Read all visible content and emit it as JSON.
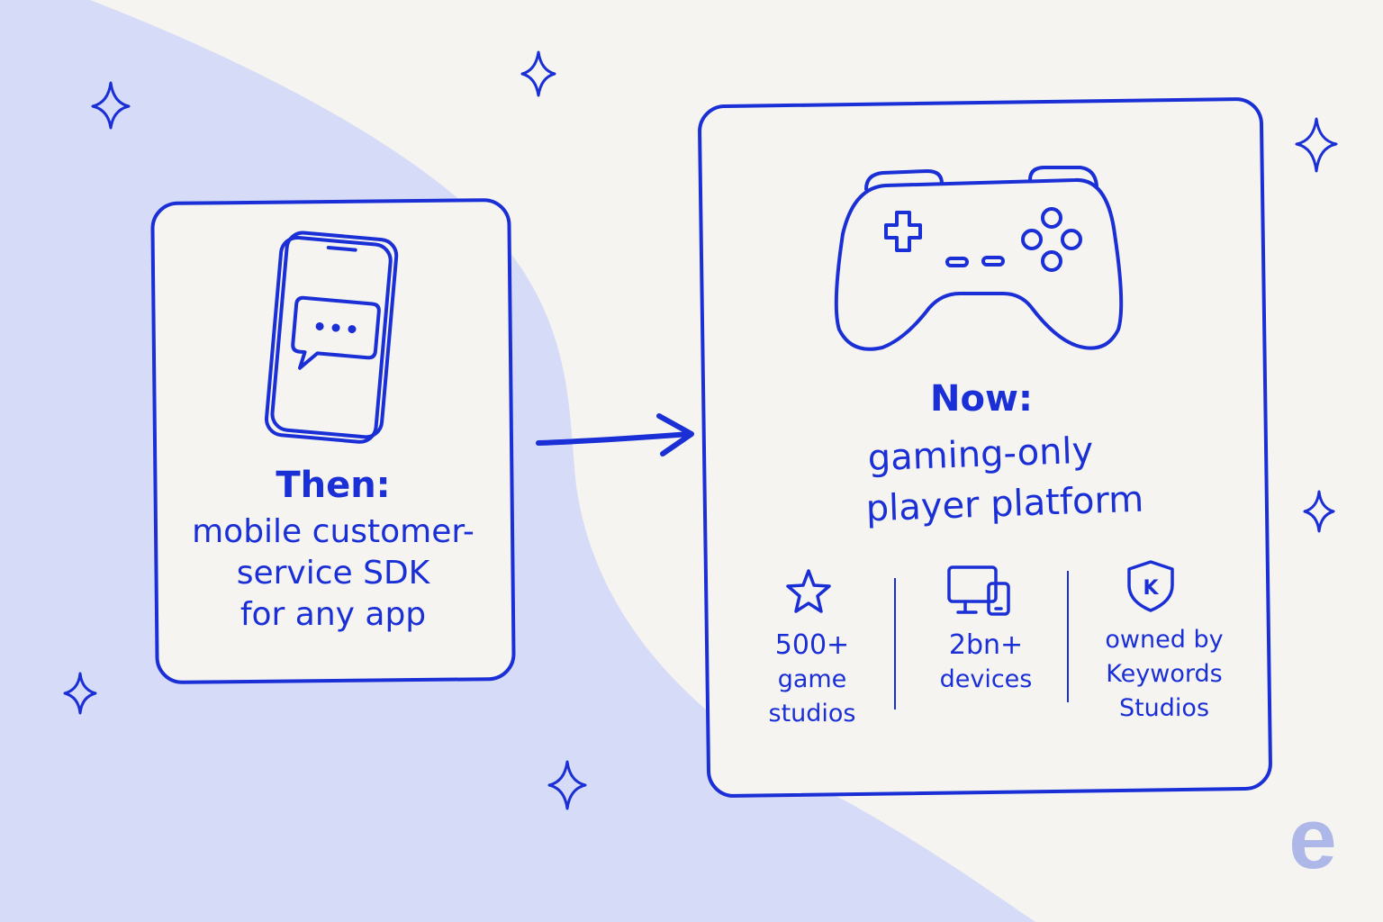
{
  "colors": {
    "ink": "#1a2fd6",
    "background": "#f5f4f1",
    "blob": "#d6dbf7",
    "logo": "#aeb8e8"
  },
  "then_card": {
    "icon": "phone-chat-icon",
    "heading": "Then:",
    "lines": [
      "mobile customer-",
      "service SDK",
      "for any app"
    ]
  },
  "arrow": {
    "icon": "arrow-right-icon"
  },
  "now_card": {
    "icon": "gamepad-icon",
    "heading": "Now:",
    "lines": [
      "gaming-only",
      "player platform"
    ],
    "stats": [
      {
        "icon": "star-icon",
        "lines": [
          "500+",
          "game",
          "studios"
        ]
      },
      {
        "icon": "devices-icon",
        "lines": [
          "2bn+",
          "devices"
        ]
      },
      {
        "icon": "shield-k-icon",
        "badge_letter": "K",
        "lines": [
          "owned by",
          "Keywords",
          "Studios"
        ]
      }
    ]
  },
  "decorations": {
    "sparkle_icon": "sparkle-icon",
    "logo_letter": "e"
  }
}
